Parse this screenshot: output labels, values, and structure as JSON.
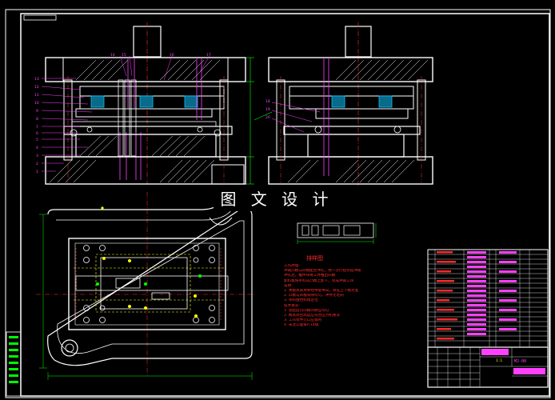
{
  "watermark": "图 文 设 计",
  "section_title": "排样图",
  "notes": {
    "lines": [
      "工作原理:",
      "  冲裁凸模与凹模配合冲孔，用一次行程完成冲裁",
      "  冲孔后，推件块将工件推出凹模",
      "  卸料板将条料从凸模上卸下，完成冲裁工序",
      "说明:",
      "  1. 本模具采用导柱导套导向，保证上下模对准",
      "  2. 凸模与凹模间隙均匀，冲件无毛刺",
      "  3. 条料由挡料销定位",
      "技术要求:",
      "  1. 装配后凸凹模间隙应均匀",
      "  2. 模具闭合高度应符合压力机要求",
      "  3. 工作零件刃口应锋利",
      "  4. 未注公差按IT14级"
    ]
  },
  "part_numbers_left": [
    "1",
    "2",
    "3",
    "4",
    "5",
    "6",
    "7",
    "8",
    "9",
    "10",
    "11",
    "12",
    "13"
  ],
  "part_numbers_top": [
    "14",
    "15",
    "16",
    "17"
  ],
  "part_numbers_right": [
    "18",
    "19",
    "20"
  ],
  "drawing_number": "MJ-00",
  "scale": "1:1",
  "colors": {
    "line": "#ffffff",
    "center": "#ff3030",
    "part": "#ff40ff",
    "dim": "#00ff00",
    "accent": "#ffff00",
    "cyan": "#00c8ff"
  }
}
